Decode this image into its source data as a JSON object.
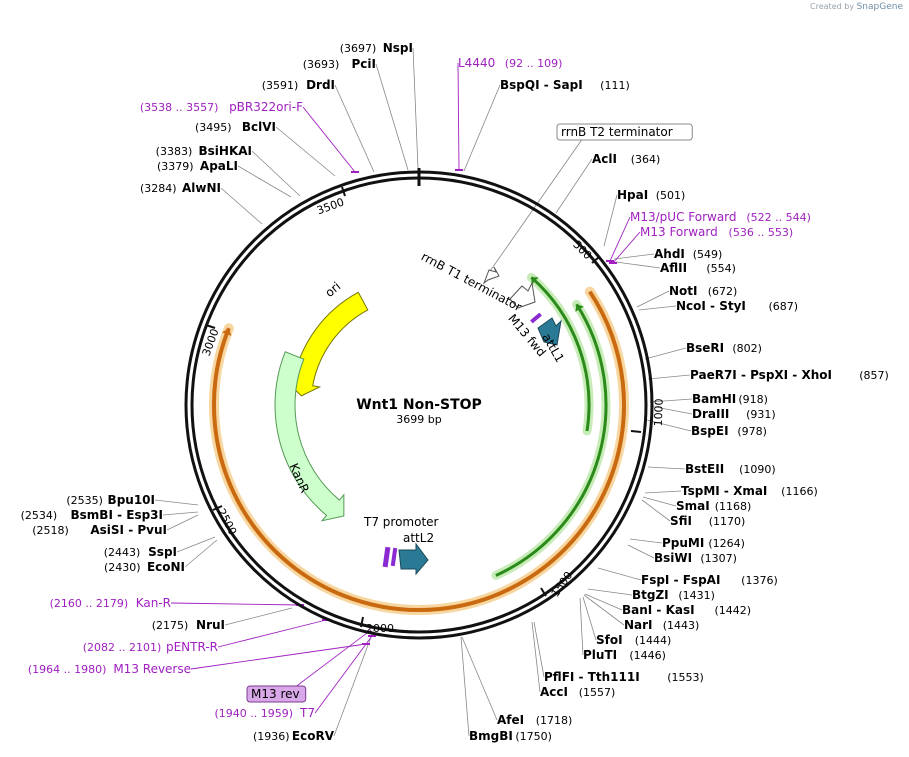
{
  "credit": {
    "prefix": "Created by",
    "brand": "SnapGene"
  },
  "plasmid": {
    "name": "Wnt1 Non-STOP",
    "size_label": "3699 bp",
    "length": 3699
  },
  "tick_labels": [
    "500",
    "1000",
    "1500",
    "2000",
    "2500",
    "3000",
    "3500"
  ],
  "features": [
    {
      "name": "ori",
      "start": 2820,
      "end": 3408,
      "dir": -1,
      "color": "#ffff00",
      "stroke": "#777700",
      "track": "ori"
    },
    {
      "name": "KanR",
      "start": 2200,
      "end": 2997,
      "dir": -1,
      "color": "#ccffcc",
      "stroke": "#559955",
      "track": "kan"
    },
    {
      "name": "orf_outer",
      "start": 580,
      "end": 3000,
      "dir": 1,
      "color": "#f0a040",
      "track": "orf1"
    },
    {
      "name": "orf_green_a",
      "start": 425,
      "end": 1015,
      "dir": -1,
      "color": "#2a8a1a",
      "track": "g1"
    },
    {
      "name": "orf_green_b",
      "start": 590,
      "end": 1600,
      "dir": -1,
      "color": "#2a8a1a",
      "track": "g2"
    }
  ],
  "element_labels": {
    "rrnB_T2": "rrnB T2 terminator",
    "rrnB_T1": "rrnB T1 terminator",
    "M13_fwd": "M13 fwd",
    "attL1": "attL1",
    "T7_promoter": "T7 promoter",
    "attL2": "attL2",
    "M13_rev": "M13 rev"
  },
  "sites": [
    {
      "name": "NspI",
      "pos": "(3697)",
      "side": "left"
    },
    {
      "name": "PciI",
      "pos": "(3693)",
      "side": "left"
    },
    {
      "name": "DrdI",
      "pos": "(3591)",
      "side": "left"
    },
    {
      "name": "BclVI",
      "pos": "(3495)",
      "side": "left"
    },
    {
      "name": "BsiHKAI",
      "pos": "(3383)",
      "side": "left"
    },
    {
      "name": "ApaLI",
      "pos": "(3379)",
      "side": "left"
    },
    {
      "name": "AlwNI",
      "pos": "(3284)",
      "side": "left"
    },
    {
      "name": "Bpu10I",
      "pos": "(2535)",
      "side": "left"
    },
    {
      "name": "BsmBI - Esp3I",
      "pos": "(2534)",
      "side": "left"
    },
    {
      "name": "AsiSI - PvuI",
      "pos": "(2518)",
      "side": "left"
    },
    {
      "name": "SspI",
      "pos": "(2443)",
      "side": "left"
    },
    {
      "name": "EcoNI",
      "pos": "(2430)",
      "side": "left"
    },
    {
      "name": "NruI",
      "pos": "(2175)",
      "side": "left"
    },
    {
      "name": "EcoRV",
      "pos": "(1936)",
      "side": "left"
    },
    {
      "name": "BspQI - SapI",
      "pos": "(111)",
      "side": "right"
    },
    {
      "name": "AclI",
      "pos": "(364)",
      "side": "right"
    },
    {
      "name": "HpaI",
      "pos": "(501)",
      "side": "right"
    },
    {
      "name": "AhdI",
      "pos": "(549)",
      "side": "right"
    },
    {
      "name": "AflII",
      "pos": "(554)",
      "side": "right"
    },
    {
      "name": "NotI",
      "pos": "(672)",
      "side": "right"
    },
    {
      "name": "NcoI - StyI",
      "pos": "(687)",
      "side": "right"
    },
    {
      "name": "BseRI",
      "pos": "(802)",
      "side": "right"
    },
    {
      "name": "PaeR7I - PspXI - XhoI",
      "pos": "(857)",
      "side": "right"
    },
    {
      "name": "BamHI",
      "pos": "(918)",
      "side": "right"
    },
    {
      "name": "DraIII",
      "pos": "(931)",
      "side": "right"
    },
    {
      "name": "BspEI",
      "pos": "(978)",
      "side": "right"
    },
    {
      "name": "BstEII",
      "pos": "(1090)",
      "side": "right"
    },
    {
      "name": "TspMI - XmaI",
      "pos": "(1166)",
      "side": "right"
    },
    {
      "name": "SmaI",
      "pos": "(1168)",
      "side": "right"
    },
    {
      "name": "SfiI",
      "pos": "(1170)",
      "side": "right"
    },
    {
      "name": "PpuMI",
      "pos": "(1264)",
      "side": "right"
    },
    {
      "name": "BsiWI",
      "pos": "(1307)",
      "side": "right"
    },
    {
      "name": "FspI - FspAI",
      "pos": "(1376)",
      "side": "right"
    },
    {
      "name": "BtgZI",
      "pos": "(1431)",
      "side": "right"
    },
    {
      "name": "BanI - KasI",
      "pos": "(1442)",
      "side": "right"
    },
    {
      "name": "NarI",
      "pos": "(1443)",
      "side": "right"
    },
    {
      "name": "SfoI",
      "pos": "(1444)",
      "side": "right"
    },
    {
      "name": "PluTI",
      "pos": "(1446)",
      "side": "right"
    },
    {
      "name": "PflFI - Tth111I",
      "pos": "(1553)",
      "side": "right"
    },
    {
      "name": "AccI",
      "pos": "(1557)",
      "side": "right"
    },
    {
      "name": "AfeI",
      "pos": "(1718)",
      "side": "right"
    },
    {
      "name": "BmgBI",
      "pos": "(1750)",
      "side": "right"
    }
  ],
  "primers": [
    {
      "name": "L4440",
      "range": "(92 .. 109)",
      "side": "right"
    },
    {
      "name": "M13/pUC Forward",
      "range": "(522 .. 544)",
      "side": "right"
    },
    {
      "name": "M13 Forward",
      "range": "(536 .. 553)",
      "side": "right"
    },
    {
      "name": "pBR322ori-F",
      "range": "(3538 .. 3557)",
      "side": "left"
    },
    {
      "name": "Kan-R",
      "range": "(2160 .. 2179)",
      "side": "left"
    },
    {
      "name": "pENTR-R",
      "range": "(2082 .. 2101)",
      "side": "left"
    },
    {
      "name": "M13 Reverse",
      "range": "(1964 .. 1980)",
      "side": "left"
    },
    {
      "name": "T7",
      "range": "(1940 .. 1959)",
      "side": "left"
    }
  ],
  "colors": {
    "primer": "#a020c0",
    "site_line": "#888888",
    "backbone": "#111111",
    "teal": "#2a7a96"
  }
}
